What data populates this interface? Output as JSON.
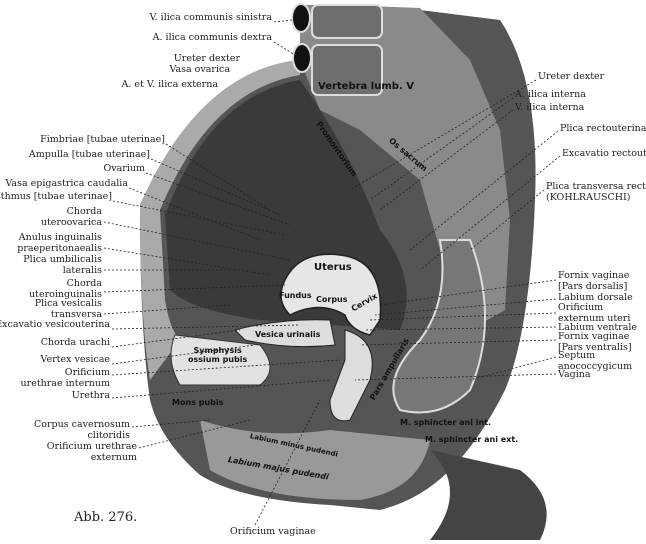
{
  "figure_number": "Abb. 276.",
  "top_labels": {
    "v_ilica_communis_sinistra": "V. ilica communis sinistra",
    "a_ilica_communis_dextra": "A. ilica communis dextra",
    "ureter_dexter": "Ureter dexter",
    "vasa_ovarica": "Vasa ovarica",
    "a_v_ilica_externa": "A. et V. ilica externa"
  },
  "left_labels": {
    "fimbriae": "Fimbriae [tubae uterinae]",
    "ampulla": "Ampulla [tubae uterinae]",
    "ovarium": "Ovarium",
    "vasa_epigastrica": "Vasa epigastrica caudalia",
    "isthmus": "Isthmus [tubae uterinae]",
    "chorda_uteroovarica": [
      "Chorda",
      "uteroovarica"
    ],
    "anulus_inguinalis": [
      "Anulus inguinalis",
      "praeperitonaealis"
    ],
    "plica_umbilicalis": [
      "Plica umbilicalis",
      "lateralis"
    ],
    "chorda_uteroinguinalis": [
      "Chorda",
      "uteroinguinalis"
    ],
    "plica_vesicalis": [
      "Plica vesicalis",
      "transversa"
    ],
    "excavatio_vesicouterina": "Excavatio vesicouterina",
    "chorda_urachi": "Chorda urachi",
    "vertex_vesicae": "Vertex vesicae",
    "orificium_urethrae_internum": [
      "Orificium",
      "urethrae internum"
    ],
    "urethra": "Urethra",
    "corpus_cavernosum": [
      "Corpus cavernosum",
      "clitoridis"
    ],
    "orificium_urethrae_externum": [
      "Orificium urethrae",
      "externum"
    ]
  },
  "right_labels": {
    "ureter_dexter": "Ureter dexter",
    "a_ilica_interna": "A. ilica interna",
    "v_ilica_interna": "V. ilica interna",
    "plica_rectouterina": "Plica rectouterina",
    "excavatio_rectouterina": "Excavatio rectouterina",
    "plica_transversa_recti": [
      "Plica transversa recti",
      "(KOHLRAUSCHI)"
    ],
    "fornix_dorsalis": [
      "Fornix vaginae",
      "[Pars dorsalis]"
    ],
    "labium_dorsale": "Labium dorsale",
    "orificium_externum_uteri": [
      "Orificium",
      "externum uteri"
    ],
    "labium_ventrale": "Labium ventrale",
    "fornix_ventralis": [
      "Fornix vaginae",
      "[Pars ventralis]"
    ],
    "septum": [
      "Septum",
      "anococcygicum"
    ],
    "vagina": "Vagina"
  },
  "bottom_labels": {
    "orificium_vaginae": "Orificium vaginae"
  },
  "inner_labels": {
    "vertebra": "Vertebra lumb. V",
    "promontorium": "Promontorium",
    "os_sacrum": "Os sacrum",
    "uterus": "Uterus",
    "fundus": "Fundus",
    "corpus": "Corpus",
    "cervix": "Cervix",
    "vesica": "Vesica urinalis",
    "symphysis": [
      "Symphysis",
      "ossium pubis"
    ],
    "mons_pubis": "Mons pubis",
    "pars_ampullaris": "Pars ampullaris",
    "labium_minus": "Labium minus pudendi",
    "labium_majus": "Labium majus pudendi",
    "sphincter_int": "M. sphincter ani int.",
    "sphincter_ext": "M. sphincter ani ext."
  }
}
